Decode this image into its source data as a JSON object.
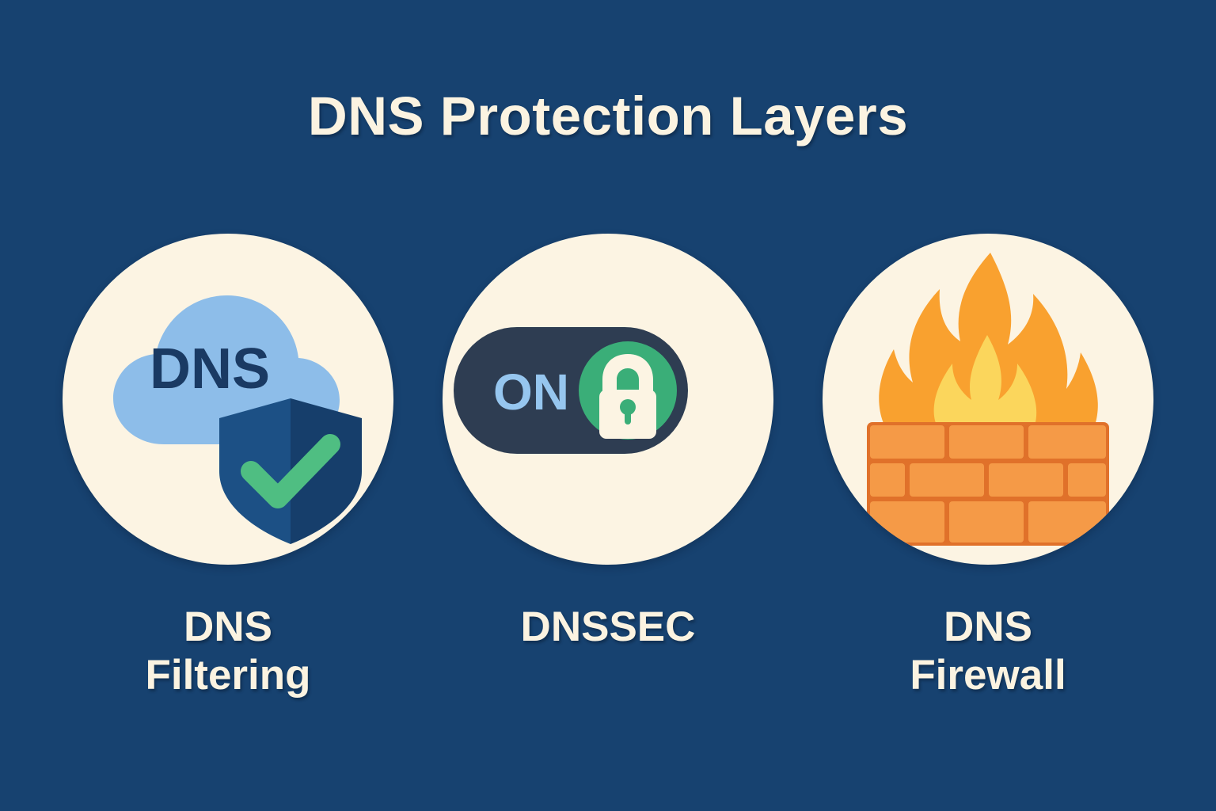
{
  "poster": {
    "title": "DNS Protection Layers",
    "background_color": "#174270",
    "badge_color": "#FCF4E3",
    "title_color": "#FBF3E1"
  },
  "cards": [
    {
      "id": "dns-filtering",
      "label": "DNS\nFiltering",
      "icon_name": "cloud-shield-check-icon",
      "icon_text": "DNS",
      "colors": {
        "cloud": "#8DBDE9",
        "cloud_text": "#1A3A63",
        "shield_light": "#1C5085",
        "shield_dark": "#163E6B",
        "check": "#4FBE82"
      }
    },
    {
      "id": "dnssec",
      "label": "DNSSEC",
      "icon_name": "toggle-on-lock-icon",
      "icon_text": "ON",
      "colors": {
        "track": "#2E3D52",
        "on_text": "#96C6EF",
        "knob": "#3AAE78",
        "lock": "#FCF4E3"
      }
    },
    {
      "id": "dns-firewall",
      "label": "DNS\nFirewall",
      "icon_name": "firewall-brick-flame-icon",
      "icon_text": "",
      "colors": {
        "brick": "#F59A47",
        "mortar": "#E0712A",
        "flame_outer": "#F9A12F",
        "flame_inner": "#FBD65C"
      }
    }
  ]
}
